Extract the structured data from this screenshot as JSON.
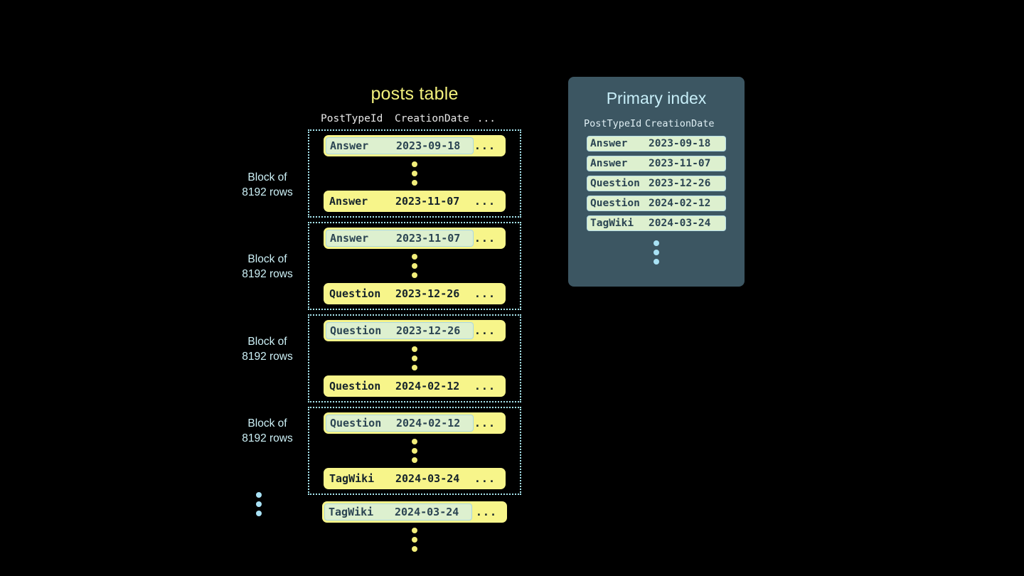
{
  "posts_table": {
    "title": "posts table",
    "columns": [
      "PostTypeId",
      "CreationDate",
      "..."
    ],
    "ellipsis_cell": "...",
    "blocks": [
      {
        "label_line1": "Block of",
        "label_line2": "8192 rows",
        "first_row": {
          "type": "Answer",
          "date": "2023-09-18",
          "rest": "..."
        },
        "last_row": {
          "type": "Answer",
          "date": "2023-11-07",
          "rest": "..."
        }
      },
      {
        "label_line1": "Block of",
        "label_line2": "8192 rows",
        "first_row": {
          "type": "Answer",
          "date": "2023-11-07",
          "rest": "..."
        },
        "last_row": {
          "type": "Question",
          "date": "2023-12-26",
          "rest": "..."
        }
      },
      {
        "label_line1": "Block of",
        "label_line2": "8192 rows",
        "first_row": {
          "type": "Question",
          "date": "2023-12-26",
          "rest": "..."
        },
        "last_row": {
          "type": "Question",
          "date": "2024-02-12",
          "rest": "..."
        }
      },
      {
        "label_line1": "Block of",
        "label_line2": "8192 rows",
        "first_row": {
          "type": "Question",
          "date": "2024-02-12",
          "rest": "..."
        },
        "last_row": {
          "type": "TagWiki",
          "date": "2024-03-24",
          "rest": "..."
        }
      }
    ],
    "tail_row": {
      "type": "TagWiki",
      "date": "2024-03-24",
      "rest": "..."
    }
  },
  "primary_index": {
    "title": "Primary index",
    "columns": [
      "PostTypeId",
      "CreationDate"
    ],
    "rows": [
      {
        "type": "Answer",
        "date": "2023-09-18"
      },
      {
        "type": "Answer",
        "date": "2023-11-07"
      },
      {
        "type": "Question",
        "date": "2023-12-26"
      },
      {
        "type": "Question",
        "date": "2024-02-12"
      },
      {
        "type": "TagWiki",
        "date": "2024-03-24"
      }
    ]
  },
  "colors": {
    "background": "#000000",
    "row_yellow": "#f7f58a",
    "highlight_green": "#ddf0cf",
    "panel_slate": "#3c5662",
    "accent_cyan": "#a8e6ef",
    "title_yellow": "#f2f07c"
  }
}
